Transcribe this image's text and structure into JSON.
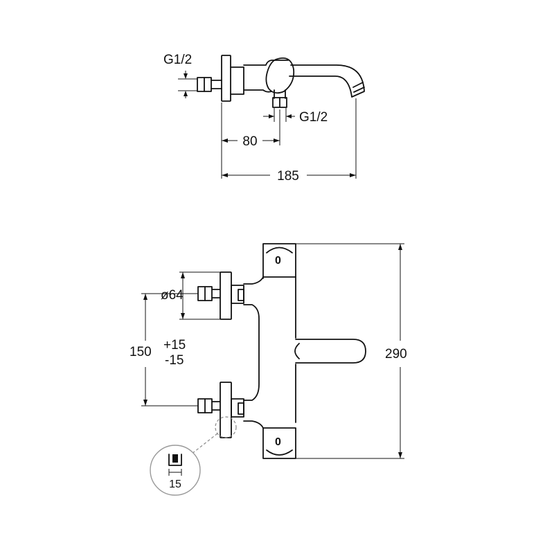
{
  "top_view": {
    "inlet_thread_label": "G1/2",
    "outlet_thread_label": "G1/2",
    "dim_inlet_to_outlet": "80",
    "dim_overall_depth": "185"
  },
  "front_view": {
    "dim_flange_diameter": "ø64",
    "dim_inlet_spacing": "150",
    "dim_tolerance_plus": "+15",
    "dim_tolerance_minus": "-15",
    "dim_overall_height": "290",
    "top_knob_marking": "0",
    "bottom_knob_marking": "0"
  },
  "detail_callout": {
    "dim_label": "15"
  }
}
